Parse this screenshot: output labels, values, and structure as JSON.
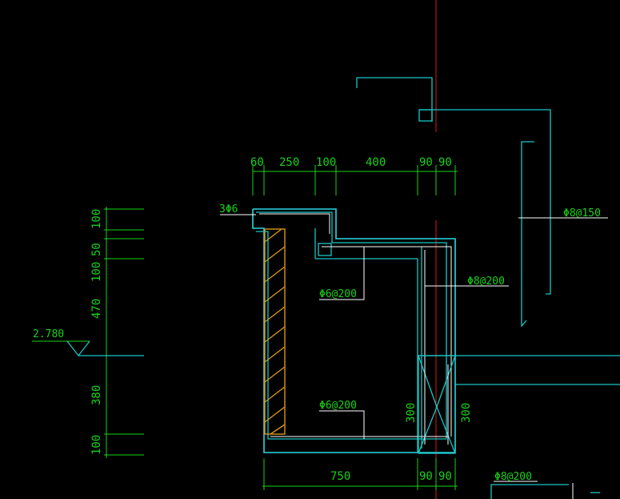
{
  "drawing": {
    "top_dims": [
      "60",
      "250",
      "100",
      "400",
      "90",
      "90"
    ],
    "bottom_dims": [
      "750",
      "90",
      "90"
    ],
    "left_dims": [
      "100",
      "50",
      "100",
      "470",
      "380",
      "100"
    ],
    "side_dims": [
      "300",
      "300"
    ],
    "elevation": "2.780",
    "labels": {
      "bar_3phi6": "3Φ6",
      "phi8_150": "Φ8@150",
      "phi8_200_mid": "Φ8@200",
      "phi6_200_upper": "Φ6@200",
      "phi6_200_lower": "Φ6@200",
      "phi8_200_bottom": "Φ8@200"
    }
  },
  "colors": {
    "background": "#000000",
    "dimension_text": "#19d219",
    "outline": "#18c6c6",
    "rebar": "#ffffff",
    "axis": "#d81818",
    "hatch": "#d7961d"
  }
}
